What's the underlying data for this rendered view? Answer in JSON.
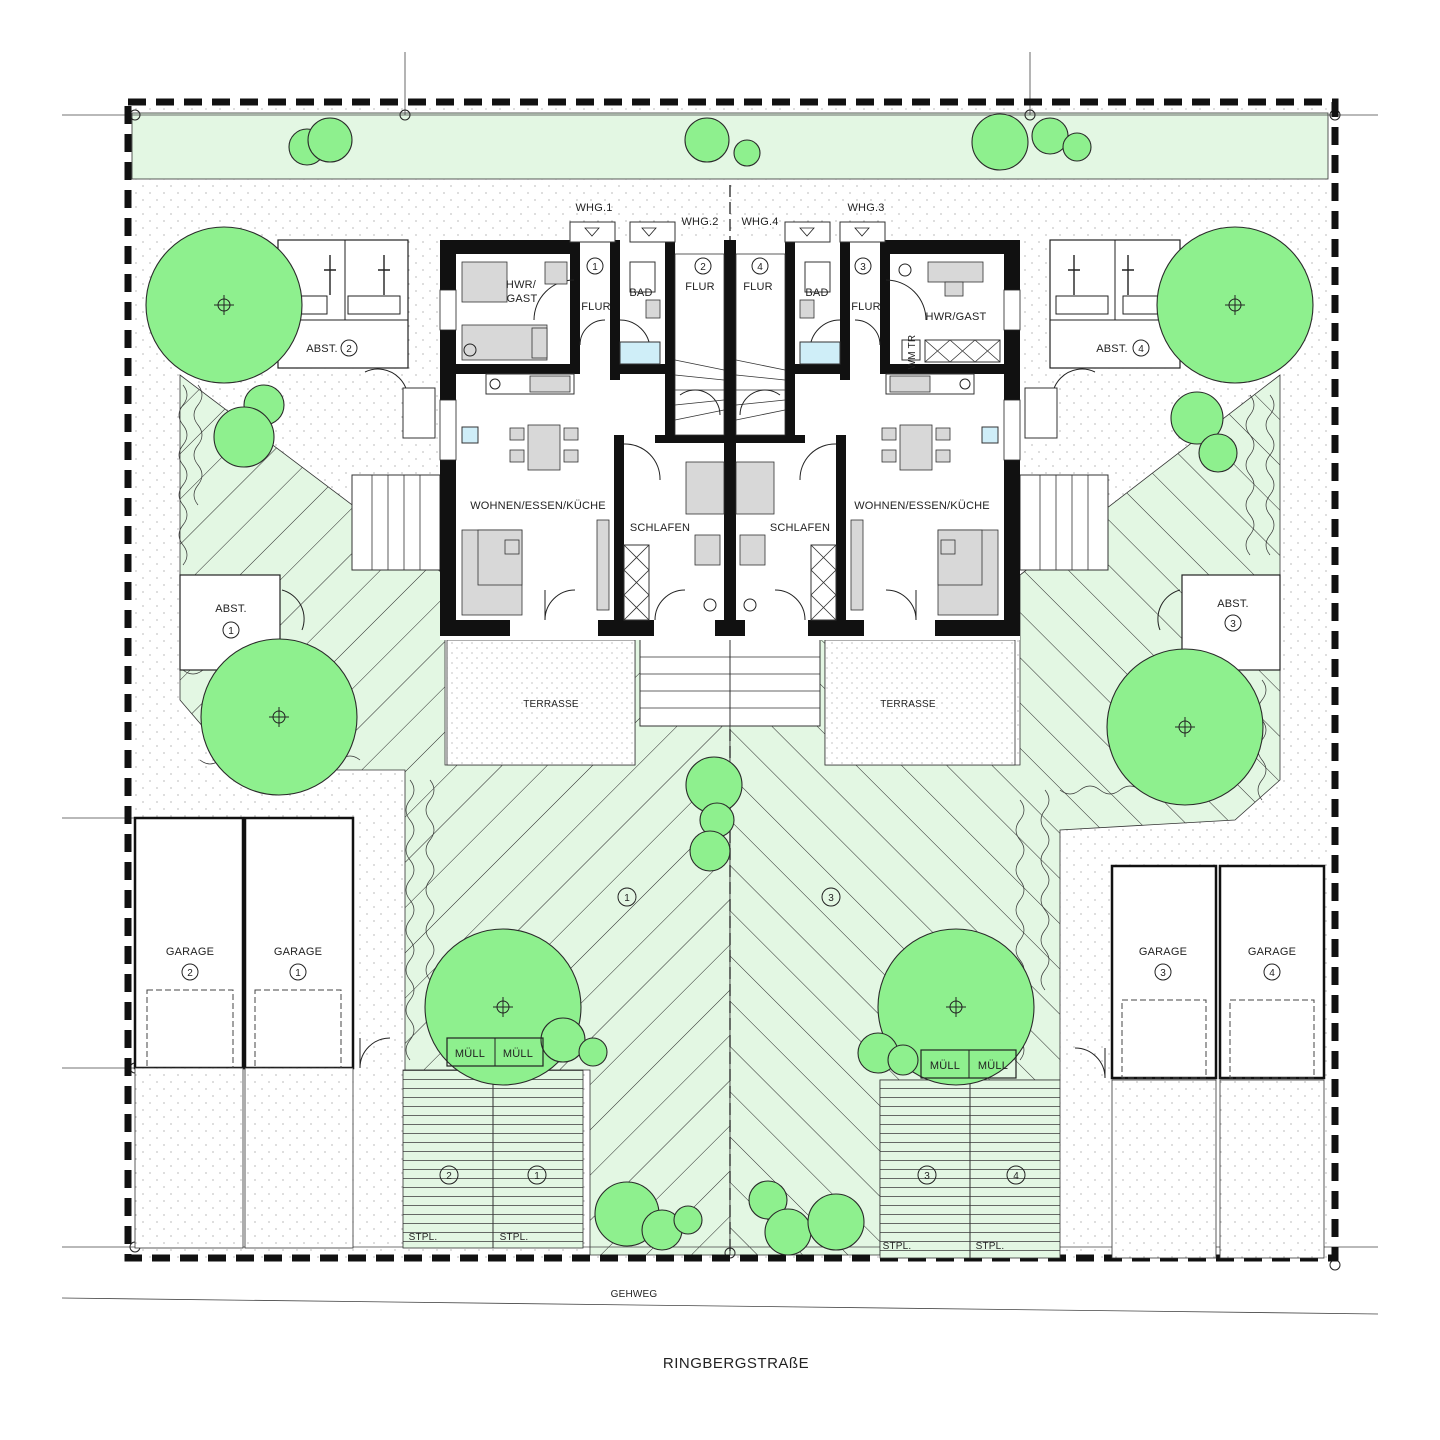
{
  "street": {
    "name": "RINGBERGSTRAßE",
    "sidewalk": "GEHWEG"
  },
  "units": [
    {
      "label": "WHG.1",
      "number": "1"
    },
    {
      "label": "WHG.2",
      "number": "2"
    },
    {
      "label": "WHG.4",
      "number": "4"
    },
    {
      "label": "WHG.3",
      "number": "3"
    }
  ],
  "rooms": {
    "hwr_gast_left": "HWR/",
    "hwr_gast_left_2": "GAST",
    "hwr_gast_right": "HWR/GAST",
    "flur": "FLUR",
    "bad": "BAD",
    "wohnen": "WOHNEN/ESSEN/KÜCHE",
    "schlafen": "SCHLAFEN",
    "terrasse": "TERRASSE",
    "wm_tr": "WM TR"
  },
  "storage": {
    "label": "ABST.",
    "numbers": [
      "1",
      "2",
      "3",
      "4"
    ]
  },
  "garages": {
    "label": "GARAGE",
    "numbers": [
      "2",
      "1",
      "3",
      "4"
    ]
  },
  "bins": {
    "label": "MÜLL"
  },
  "parking": {
    "label": "STPL.",
    "numbers": [
      "2",
      "1",
      "3",
      "4"
    ]
  },
  "gardens": {
    "numbers": [
      "1",
      "3"
    ]
  },
  "colors": {
    "lawn": "#e3f7e3",
    "tree": "#8ef08e",
    "wall": "#111111",
    "furniture": "#d8d8d8",
    "lines": "#222222"
  }
}
